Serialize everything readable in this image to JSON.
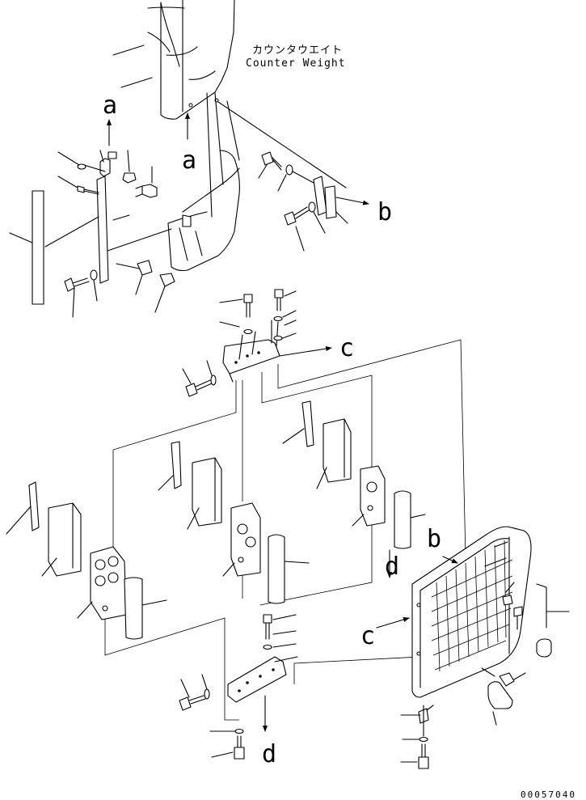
{
  "title": {
    "japanese": "カウンタウエイト",
    "english": "Counter Weight"
  },
  "callouts": {
    "a1": "a",
    "a2": "a",
    "b1": "b",
    "b2": "b",
    "c1": "c",
    "c2": "c",
    "d1": "d",
    "d2": "d"
  },
  "drawing_number": "00057040"
}
